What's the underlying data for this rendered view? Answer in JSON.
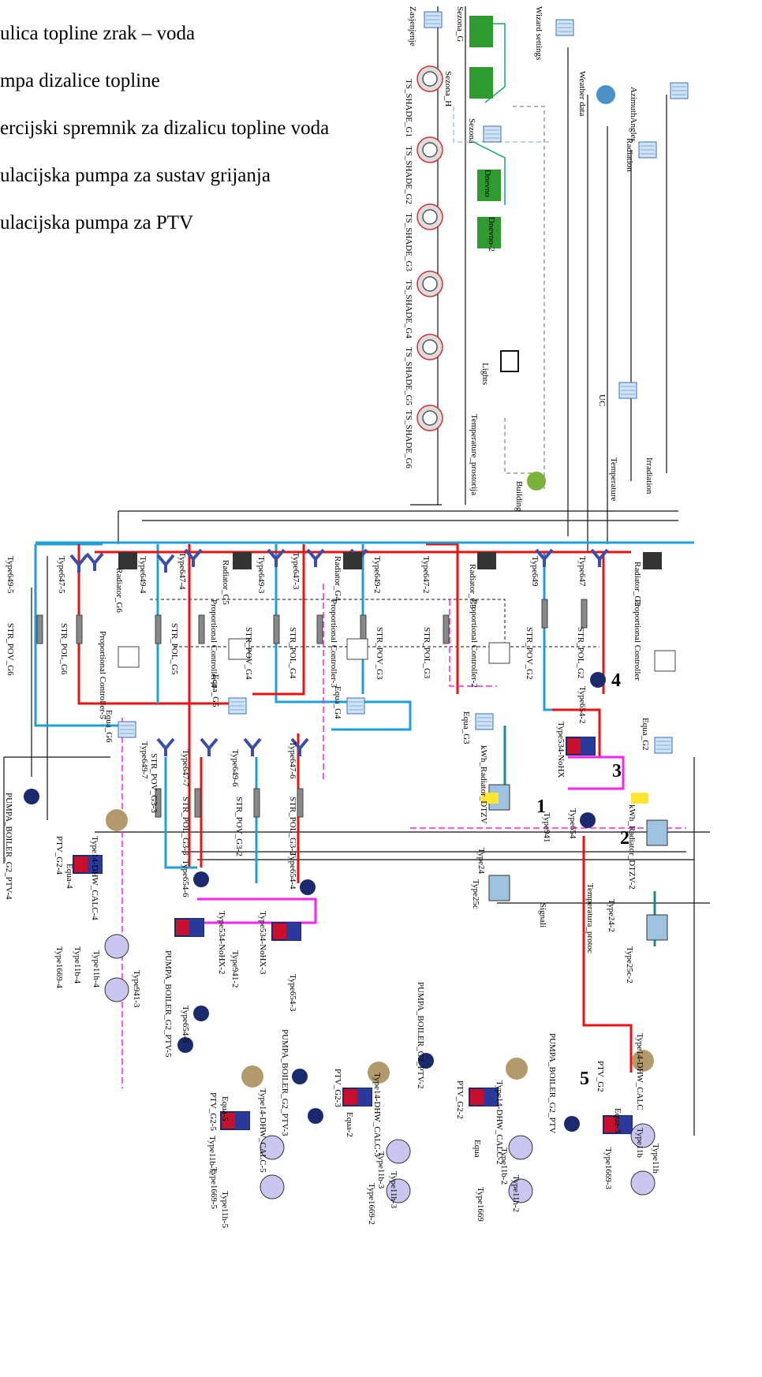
{
  "legend": {
    "items": [
      "ulica topline zrak – voda",
      "mpa dizalice topline",
      "ercijski spremnik za dizalicu topline voda",
      "ulacijska pumpa za sustav grijanja",
      "ulacijska pumpa za PTV"
    ]
  },
  "colors": {
    "hot": "#ee1111",
    "cold": "#1ea0d6",
    "signal": "#ff22ee",
    "control": "#11aa66",
    "wire": "#111111",
    "pump": "#1a2a6e"
  },
  "callouts": [
    "1",
    "2",
    "3",
    "4",
    "5"
  ],
  "labels": {
    "top": [
      "Zasjenjenje",
      "Sezona_G",
      "Sezona_H",
      "TS_SHADE_G1",
      "TS_SHADE_G2",
      "TS_SHADE_G3",
      "TS_SHADE_G4",
      "TS_SHADE_G5",
      "TS_SHADE_G6",
      "Sezona",
      "Dnevno",
      "Dnevno-2",
      "Lights",
      "Temperature_prostorija",
      "Building",
      "Wizard settings",
      "Weather data",
      "Radiation",
      "AzimuthAngles",
      "UC",
      "Temperature",
      "Irradiation"
    ],
    "floors": [
      "Type649-5",
      "Type647-5",
      "Radiator_G6",
      "Type649-4",
      "Type647-4",
      "Radiator_G5",
      "Type649-3",
      "Type647-3",
      "Radiator_G4",
      "Type649-2",
      "Type647-2",
      "Radiator_G3",
      "Type649",
      "Type647",
      "Radiator_G2"
    ],
    "pipes": [
      "STR_POV_G6",
      "STR_POL_G6",
      "STR_POL_G5",
      "STR_POV_G4",
      "STR_POL_G4",
      "STR_POV_G3",
      "STR_POL_G3",
      "STR_POV_G2",
      "STR_POL_G2"
    ],
    "controllers": [
      "Proportional Controller-5",
      "Proportional Controller-4",
      "Proportional Controller-3",
      "Proportional Controller-2",
      "Proportional Controller"
    ],
    "equa": [
      "Equa_G6",
      "Equa_G5",
      "Equa_G4",
      "Equa_G3",
      "Equa_G2"
    ],
    "middle": [
      "Type649-7",
      "STR_POV_G3-3",
      "Type647-7",
      "STR_POL_G3-3",
      "Type649-6",
      "STR_POV_G3-2",
      "Type647-6",
      "STR_POL_G3-2",
      "Type654-2",
      "Type534-NoHX",
      "Type654",
      "Type941",
      "kWh_Radiator_DTZV",
      "kWh_Radiator_DTZV-2",
      "Type24",
      "Type24-2",
      "Type25c",
      "Type25c-2",
      "Signali",
      "Temperatura_protoc",
      "Type654-6",
      "Type654-4",
      "Type534-NoHX-2",
      "Type534-NoHX-3",
      "Type941-3",
      "Type941-2",
      "Type654-3",
      "Type654-5"
    ],
    "boilers": [
      "PUMPA_BOILER_G2_PTV-4",
      "PTV_G2-4",
      "Equa-4",
      "Type14-DHW_CALC-4",
      "Type11b-4",
      "Type11h-4",
      "Type1669-4",
      "PUMPA_BOILER_G2_PTV-5",
      "PTV_G2-5",
      "Equa-5",
      "Type14-DHW_CALC-5",
      "Type11b-5",
      "Type11h-5",
      "Type1669-5",
      "PUMPA_BOILER_G2_PTV-3",
      "PTV_G2-3",
      "Equa-2",
      "Type14-DHW_CALC-3",
      "Type11b-3",
      "Type11h-3",
      "Type1669-2",
      "PUMPA_BOILER_G2_PTV-2",
      "PTV_G2-2",
      "Equa",
      "Type14-DHW_CALC-2",
      "Type11b-2",
      "Type11h-2",
      "Type1669",
      "PUMPA_BOILER_G2_PTV",
      "PTV_G2",
      "Equa-3",
      "Type14-DHW_CALC",
      "Type11b",
      "Type11h",
      "Type1669-3"
    ]
  }
}
